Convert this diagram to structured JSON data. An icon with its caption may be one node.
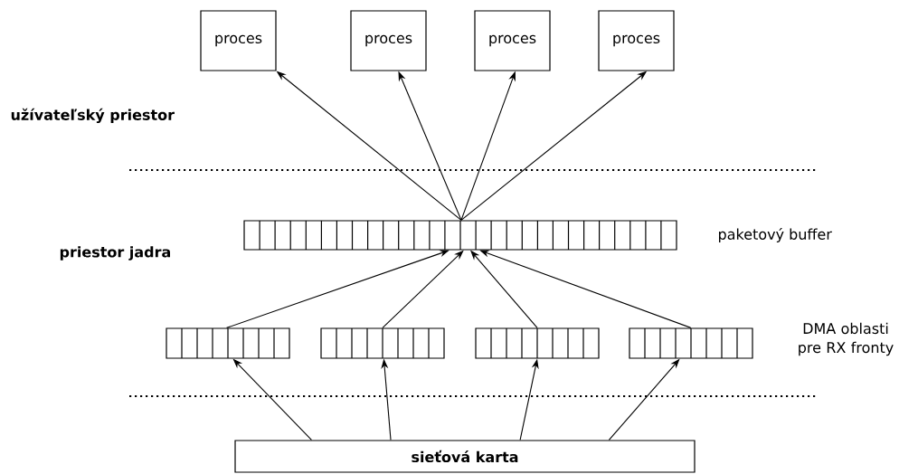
{
  "diagram": {
    "nodes": [
      {
        "text": [
          "proces"
        ]
      },
      {
        "text": [
          "proces"
        ]
      },
      {
        "text": [
          "proces"
        ]
      },
      {
        "text": [
          "proces"
        ]
      },
      {
        "text": [],
        "shape": "bar",
        "beside": [
          "paketový buffer"
        ]
      },
      {
        "text": [],
        "shape": "bar"
      },
      {
        "text": [],
        "shape": "bar"
      },
      {
        "text": [],
        "shape": "bar"
      },
      {
        "text": [],
        "shape": "bar"
      },
      {
        "text": [
          "sieťová karta"
        ]
      }
    ],
    "edges": [
      {
        "from": 4,
        "to": 0,
        "arrow": "to"
      },
      {
        "from": 4,
        "to": 1,
        "arrow": "to"
      },
      {
        "from": 4,
        "to": 2,
        "arrow": "to"
      },
      {
        "from": 4,
        "to": 3,
        "arrow": "to"
      },
      {
        "from": 5,
        "to": 4,
        "arrow": "to"
      },
      {
        "from": 6,
        "to": 4,
        "arrow": "to"
      },
      {
        "from": 7,
        "to": 4,
        "arrow": "to"
      },
      {
        "from": 8,
        "to": 4,
        "arrow": "to"
      },
      {
        "from": 9,
        "to": 5,
        "arrow": "to"
      },
      {
        "from": 9,
        "to": 6,
        "arrow": "to"
      },
      {
        "from": 9,
        "to": 7,
        "arrow": "to"
      },
      {
        "from": 9,
        "to": 8,
        "arrow": "to"
      }
    ],
    "labels": [
      "užívateľský priestor",
      "priestor jadra",
      "DMA oblasti pre RX fronty"
    ]
  }
}
